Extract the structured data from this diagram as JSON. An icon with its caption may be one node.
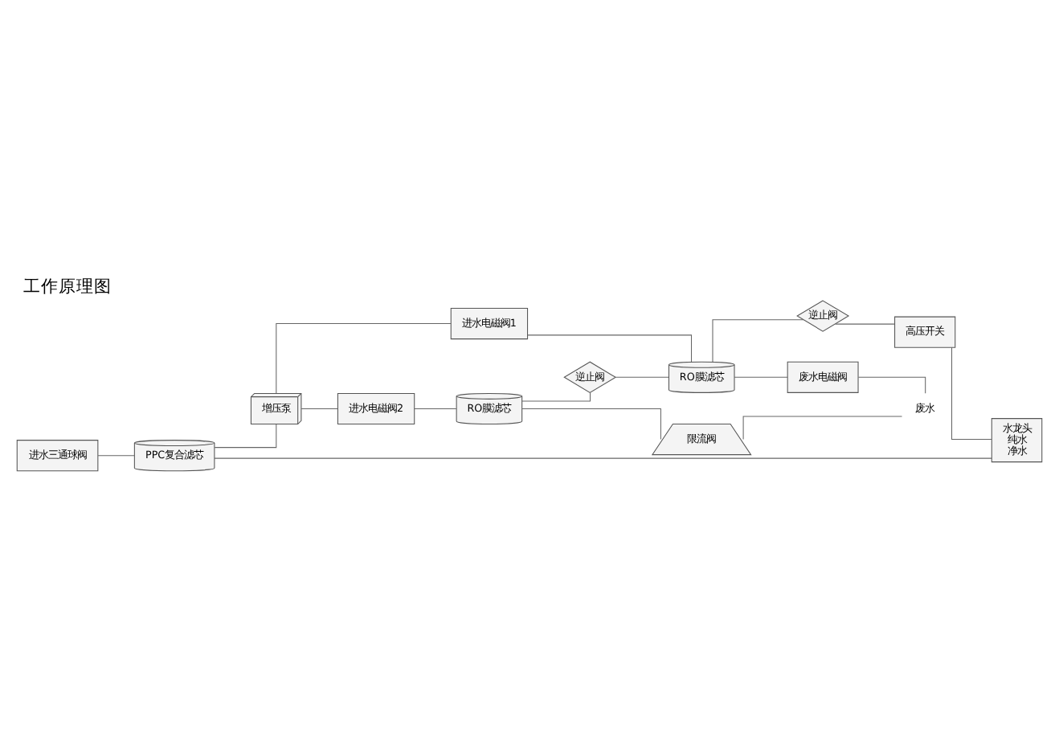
{
  "diagram": {
    "title": "工作原理图",
    "nodes": [
      {
        "text": [
          "进水三通球阀"
        ]
      },
      {
        "text": [
          "PPC复合滤芯"
        ]
      },
      {
        "text": [
          "增压泵"
        ]
      },
      {
        "text": [
          "进水电磁阀1"
        ]
      },
      {
        "text": [
          "RO膜滤芯"
        ]
      },
      {
        "text": [
          "逆止阀"
        ]
      },
      {
        "text": [
          "高压开关"
        ]
      },
      {
        "text": [
          "水龙头",
          "纯水",
          "净水"
        ]
      },
      {
        "text": [
          "废水电磁阀"
        ]
      },
      {
        "text": [
          "限流阀"
        ]
      },
      {
        "text": [
          "进水电磁阀2"
        ]
      },
      {
        "text": [
          "RO膜滤芯"
        ]
      },
      {
        "text": [
          "逆止阀"
        ]
      },
      {
        "text": [
          "废水"
        ]
      }
    ],
    "edges": [
      {
        "from": 0,
        "to": 1,
        "arrow": "none"
      },
      {
        "from": 1,
        "to": 2,
        "arrow": "none"
      },
      {
        "from": 1,
        "to": 7,
        "arrow": "none"
      },
      {
        "from": 2,
        "to": 3,
        "arrow": "none"
      },
      {
        "from": 2,
        "to": 10,
        "arrow": "none"
      },
      {
        "from": 3,
        "to": 4,
        "arrow": "none"
      },
      {
        "from": 4,
        "to": 5,
        "arrow": "none"
      },
      {
        "from": 5,
        "to": 6,
        "arrow": "none"
      },
      {
        "from": 6,
        "to": 7,
        "arrow": "none"
      },
      {
        "from": 4,
        "to": 8,
        "arrow": "none"
      },
      {
        "from": 8,
        "to": 13,
        "arrow": "none"
      },
      {
        "from": 11,
        "to": 9,
        "arrow": "none"
      },
      {
        "from": 9,
        "to": 13,
        "arrow": "none"
      },
      {
        "from": 10,
        "to": 11,
        "arrow": "none"
      },
      {
        "from": 11,
        "to": 12,
        "arrow": "none"
      },
      {
        "from": 12,
        "to": 4,
        "arrow": "none"
      }
    ]
  }
}
